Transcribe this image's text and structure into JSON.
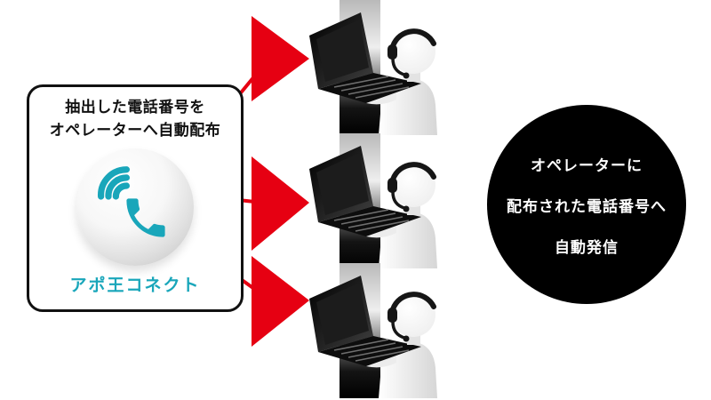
{
  "diagram": {
    "left_box": {
      "caption": [
        "抽出した電話番号を",
        "オペレーターへ自動配布"
      ],
      "product_name": "アポ王コネクト"
    },
    "right_circle": {
      "lines": [
        "オペレーターに",
        "配布された電話番号へ",
        "自動発信"
      ]
    },
    "operators_count": "3",
    "icons": {
      "phone": "phone-handset-with-signal-waves",
      "operator": "operator-figure-with-headset-at-laptop",
      "arrow": "red-right-arrow"
    },
    "colors": {
      "accent_teal": "#19A6BA",
      "arrow_red": "#E60012",
      "circle_black": "#000000",
      "circle_text": "#FFFFFF"
    }
  }
}
